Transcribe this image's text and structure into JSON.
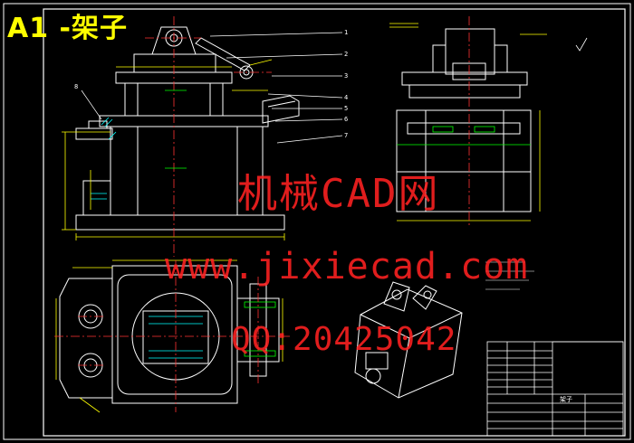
{
  "drawing": {
    "title": "A1 -架子",
    "watermark_line1": "机械CAD网",
    "watermark_line2": "www.jixiecad.com",
    "watermark_line3": "QQ:20425042",
    "callouts": [
      "1",
      "2",
      "3",
      "4",
      "5",
      "6",
      "7",
      "8"
    ],
    "title_block_label": "架子",
    "colors": {
      "background": "#000000",
      "outline": "#ffffff",
      "dimension": "#ffff00",
      "centerline": "#ff3333",
      "hatch": "#00ffff",
      "section": "#00ff00",
      "watermark": "#ff2222"
    }
  }
}
